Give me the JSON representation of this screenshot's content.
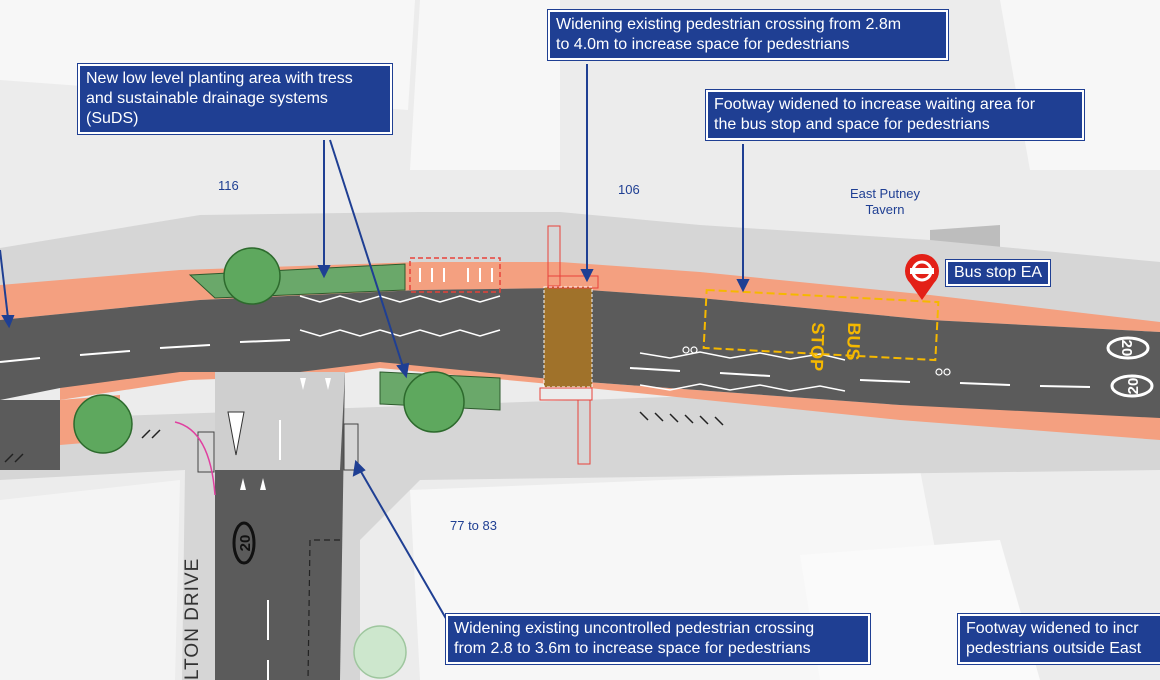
{
  "callouts": {
    "crossing_widening": {
      "lines": [
        "Widening existing pedestrian crossing from 2.8m",
        "to 4.0m to increase space for pedestrians"
      ]
    },
    "planting": {
      "lines": [
        "New low level planting area with tress",
        "and sustainable drainage systems",
        "(SuDS)"
      ]
    },
    "footway_bus": {
      "lines": [
        "Footway widened to increase waiting area for",
        "the bus stop and space for pedestrians"
      ]
    },
    "uncontrolled_crossing": {
      "lines": [
        "Widening existing uncontrolled pedestrian crossing",
        "from 2.8 to 3.6m to increase space for pedestrians"
      ]
    },
    "footway_outside": {
      "lines": [
        "Footway widened to incr",
        "pedestrians outside East"
      ]
    }
  },
  "building_numbers": {
    "n116": "116",
    "n106": "106",
    "n77_83": "77 to 83"
  },
  "place": {
    "line1": "East Putney",
    "line2": "Tavern"
  },
  "bus_stop": {
    "label": "Bus stop EA"
  },
  "road_markings": {
    "stop_text": "STOP",
    "bus_text": "BUS",
    "speed_limit": "20"
  },
  "street_name": "LTON DRIVE",
  "colors": {
    "callout_bg": "#1f3f93",
    "footway_orange": "#f4a080",
    "carriageway": "#5b5b5b",
    "planting": "#6aa86a",
    "crossing_red": "#e8423a",
    "raised_crossing": "#a0722a",
    "bus_box_yellow": "#f5b800",
    "tfl_red": "#e32017"
  },
  "icons": [
    "tfl-roundel-icon",
    "tree-icon",
    "bicycle-icon",
    "give-way-triangle-icon"
  ]
}
